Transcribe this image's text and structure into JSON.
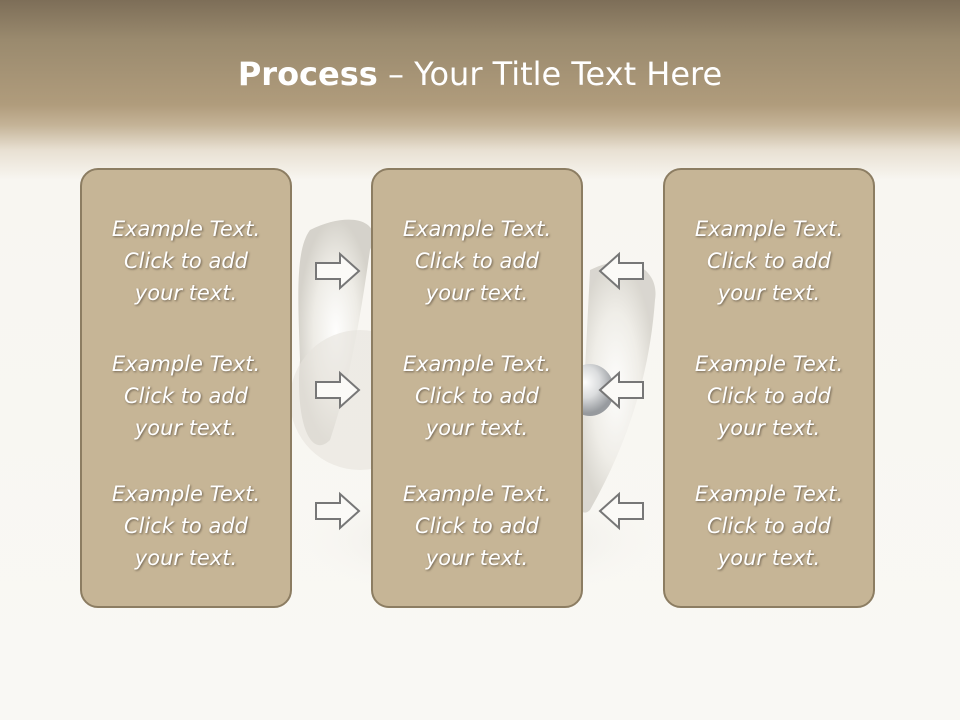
{
  "slide": {
    "title_bold": "Process",
    "title_separator": " – ",
    "title_rest": "Your Title Text Here"
  },
  "columns": [
    {
      "blocks": [
        [
          "Example Text.",
          "Click  to add",
          "your text."
        ],
        [
          "Example Text.",
          "Click  to add",
          "your text."
        ],
        [
          "Example Text.",
          "Click  to add",
          "your text."
        ]
      ]
    },
    {
      "blocks": [
        [
          "Example Text.",
          "Click  to add",
          "your text."
        ],
        [
          "Example Text.",
          "Click  to add",
          "your text."
        ],
        [
          "Example Text.",
          "Click  to add",
          "your text."
        ]
      ]
    },
    {
      "blocks": [
        [
          "Example Text.",
          "Click  to add",
          "your text."
        ],
        [
          "Example Text.",
          "Click  to add",
          "your text."
        ],
        [
          "Example Text.",
          "Click  to add",
          "your text."
        ]
      ]
    }
  ],
  "arrows": {
    "left_group": "arrow-right-icon",
    "right_group": "arrow-left-icon"
  },
  "colors": {
    "panel_fill": "#c6b596",
    "panel_border": "#8c7d62",
    "header_band": "#9a8a6e",
    "text": "#ffffff"
  }
}
